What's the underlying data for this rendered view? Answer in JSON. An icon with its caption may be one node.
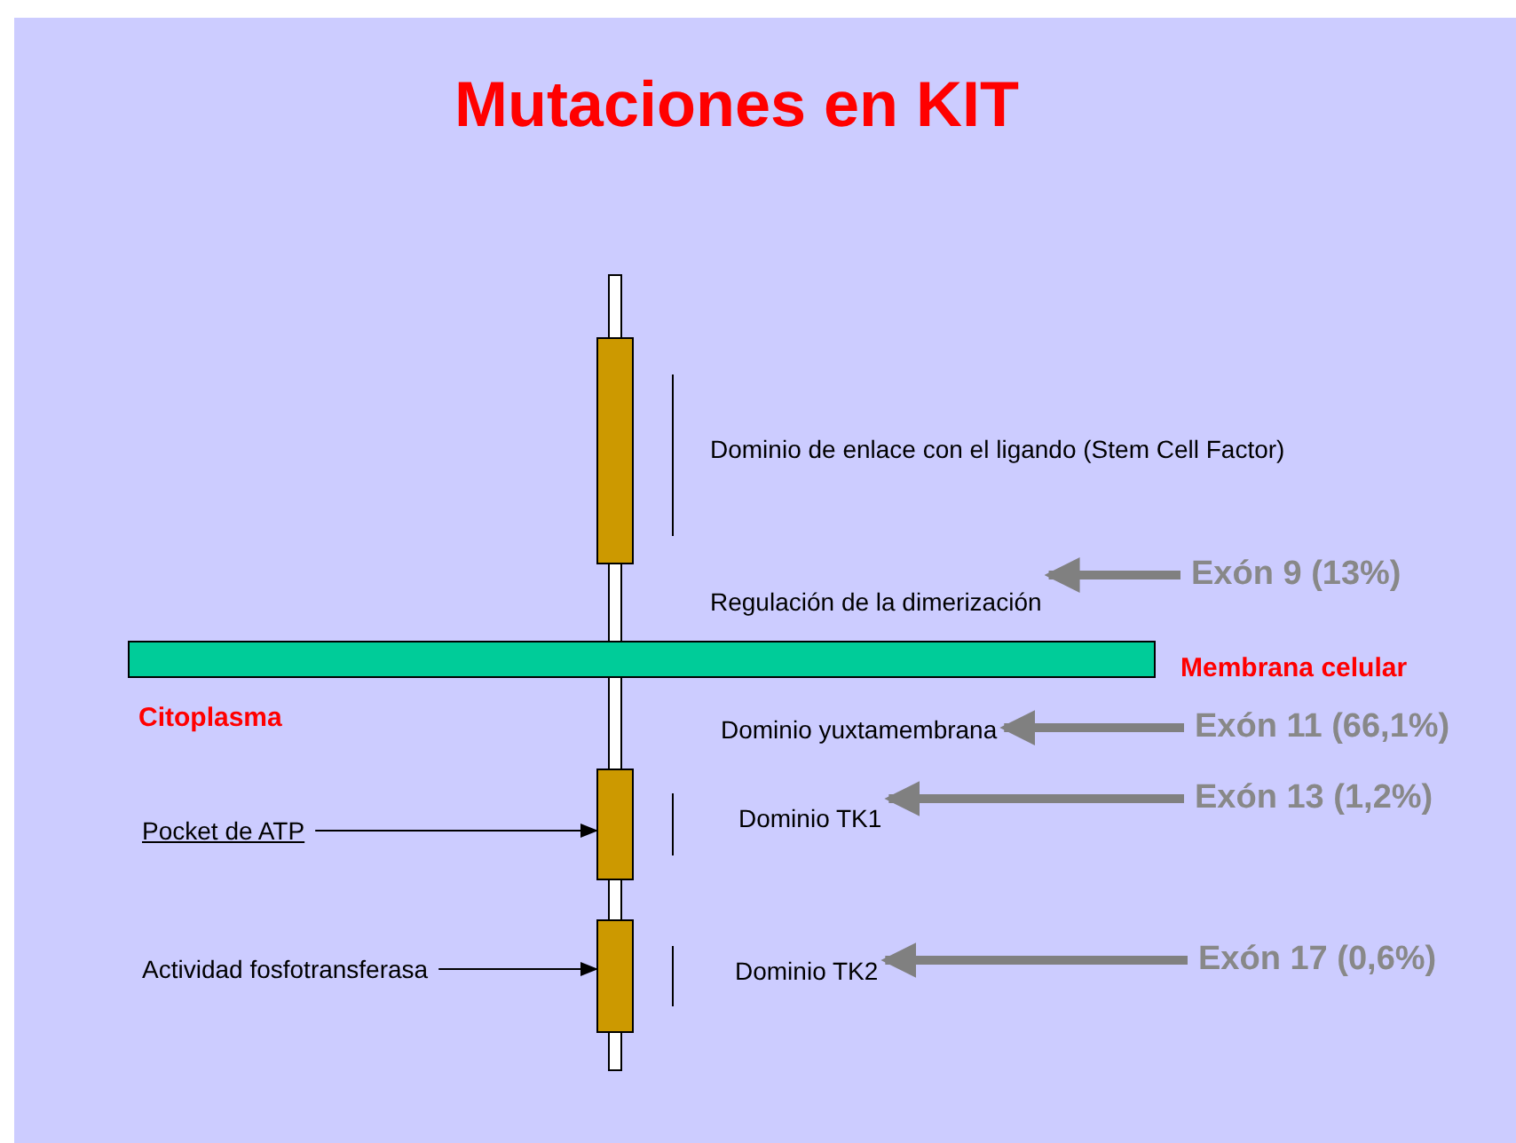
{
  "diagram": {
    "title": "Mutaciones en KIT",
    "nodes": [
      {
        "text": [],
        "shape": "bar",
        "beside": [
          "Membrana celular"
        ]
      },
      {
        "text": [],
        "shape": "box"
      },
      {
        "text": [],
        "shape": "box"
      },
      {
        "text": [],
        "shape": "box"
      },
      {
        "text": [
          "Pocket de ATP"
        ]
      },
      {
        "text": [
          "Actividad fosfotransferasa"
        ]
      },
      {
        "text": [
          "Dominio de enlace con el ligando (Stem Cell Factor)"
        ]
      },
      {
        "text": [
          "Regulación de la dimerización"
        ]
      },
      {
        "text": [
          "Dominio yuxtamembrana"
        ]
      },
      {
        "text": [
          "Dominio TK1"
        ]
      },
      {
        "text": [
          "Dominio TK2"
        ]
      },
      {
        "text": [
          "Exón 9 (13%)"
        ]
      },
      {
        "text": [
          "Exón 11 (66,1%)"
        ]
      },
      {
        "text": [
          "Exón 13 (1,2%)"
        ]
      },
      {
        "text": [
          "Exón 17 (0,6%)"
        ]
      }
    ],
    "edges": [
      {
        "from": 4,
        "to": 2,
        "arrow": "to",
        "color": "#000000"
      },
      {
        "from": 5,
        "to": 3,
        "arrow": "to",
        "color": "#000000"
      },
      {
        "from": 11,
        "to": 7,
        "arrow": "to"
      },
      {
        "from": 12,
        "to": 8,
        "arrow": "to"
      },
      {
        "from": 13,
        "to": 9,
        "arrow": "to"
      },
      {
        "from": 14,
        "to": 10,
        "arrow": "to"
      }
    ],
    "labels": [
      "Citoplasma"
    ]
  }
}
